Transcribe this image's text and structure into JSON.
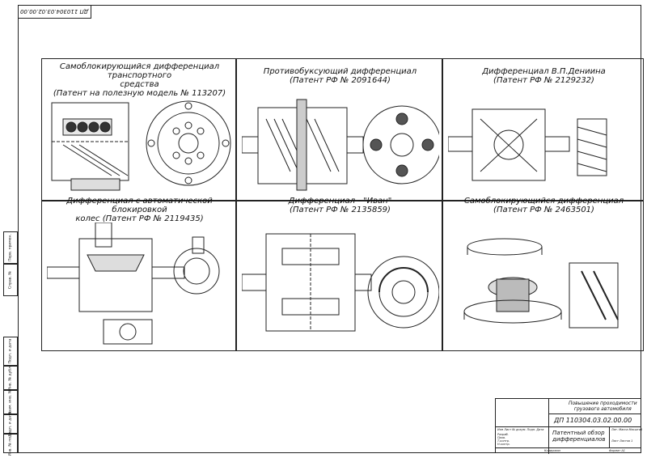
{
  "stamp": {
    "top_left": "ДП 110304.03.02.00.00"
  },
  "panels": [
    {
      "title": [
        "Самоблокирующийся дифференциал транспортного",
        "средства",
        "(Патент на полезную модель № 113207)"
      ]
    },
    {
      "title": [
        "Противобуксующий дифференциал",
        "(Патент РФ № 2091644)"
      ]
    },
    {
      "title": [
        "Дифференциал В.П.Дениина",
        "(Патент РФ № 2129232)"
      ]
    },
    {
      "title": [
        "Дифференциал с автоматической блокировкой",
        "колес (Патент РФ № 2119435)"
      ]
    },
    {
      "title": [
        "Дифференциал - \"Иван\"",
        "(Патент РФ № 2135859)"
      ]
    },
    {
      "title": [
        "Самоблокирующийся дифференциал",
        "(Патент РФ № 2463501)"
      ]
    }
  ],
  "titleblock": {
    "subject": [
      "Повышение проходимости",
      "грузового автомобиля"
    ],
    "doc_code": "ДП 110304.03.02.00.00",
    "sheet_name": [
      "Патентный обзор",
      "дифференциалов"
    ],
    "headers": [
      "Изм",
      "Лист",
      "№ докум.",
      "Подп.",
      "Дата"
    ],
    "roles": [
      "Разраб.",
      "Пров.",
      "Т.контр.",
      "Н.контр.",
      "Утв."
    ],
    "lit_headers": [
      "Лит.",
      "Масса",
      "Масштаб"
    ],
    "sheet_info": [
      "Лист",
      "Листов 1"
    ],
    "footer": [
      "Копировал",
      "Формат A1"
    ]
  },
  "left_strip": [
    "Перв. примен.",
    "Справ. №",
    "Подп. и дата",
    "Инв. № дубл.",
    "Взам. инв. №",
    "Подп. и дата",
    "Инв. № подл."
  ]
}
